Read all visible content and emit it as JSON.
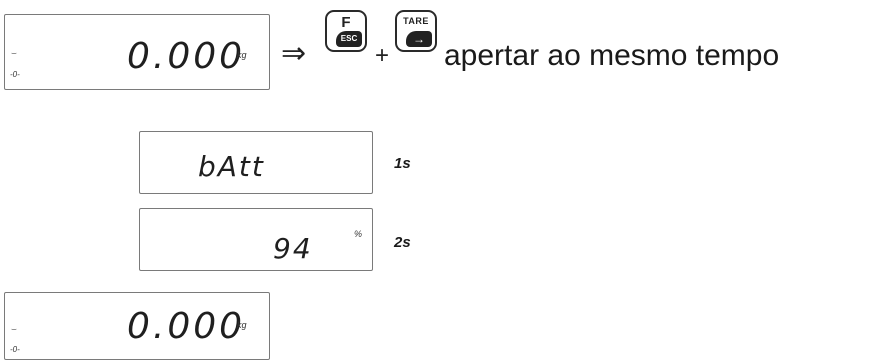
{
  "display_initial": {
    "stability": "⌣",
    "zero_label": "-0-",
    "value": "0.000",
    "unit": "kg"
  },
  "arrow": "⇒",
  "key_f": {
    "top": "F",
    "bottom": "ESC"
  },
  "plus": "+",
  "key_tare": {
    "top": "TARE",
    "bottom": "→"
  },
  "instruction": "apertar ao mesmo tempo",
  "display_batt": {
    "value": "bAtt",
    "time": "1s"
  },
  "display_percent": {
    "value": "94",
    "unit": "%",
    "time": "2s"
  },
  "display_final": {
    "stability": "⌣",
    "zero_label": "-0-",
    "value": "0.000",
    "unit": "kg"
  }
}
